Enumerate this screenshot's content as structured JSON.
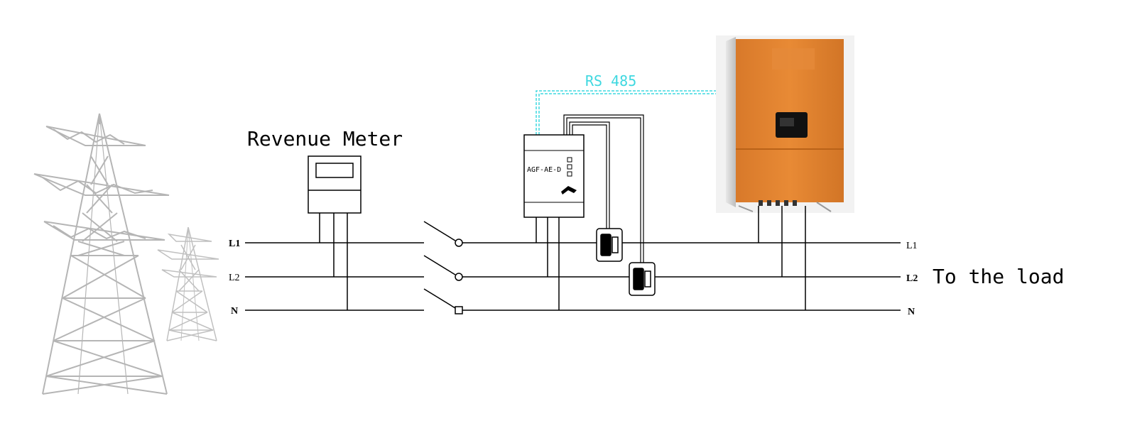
{
  "labels": {
    "revenue_meter": "Revenue Meter",
    "rs485": "RS 485",
    "to_load": "To the load",
    "device_model": "AGF-AE-D"
  },
  "lines_left": [
    "L1",
    "L2",
    "N"
  ],
  "lines_right": [
    "L1",
    "L2",
    "N"
  ],
  "colors": {
    "wire": "#000000",
    "rs485": "#3fd8e0",
    "inverter_body": "#e2832a",
    "inverter_dark": "#c8691a",
    "tower": "#b8b8b8"
  },
  "icons": {
    "tower": "transmission-tower-icon",
    "meter": "revenue-meter-icon",
    "monitor": "energy-monitor-device-icon",
    "ct": "current-transformer-icon",
    "inverter": "solar-inverter-icon",
    "switch": "breaker-switch-icon"
  }
}
